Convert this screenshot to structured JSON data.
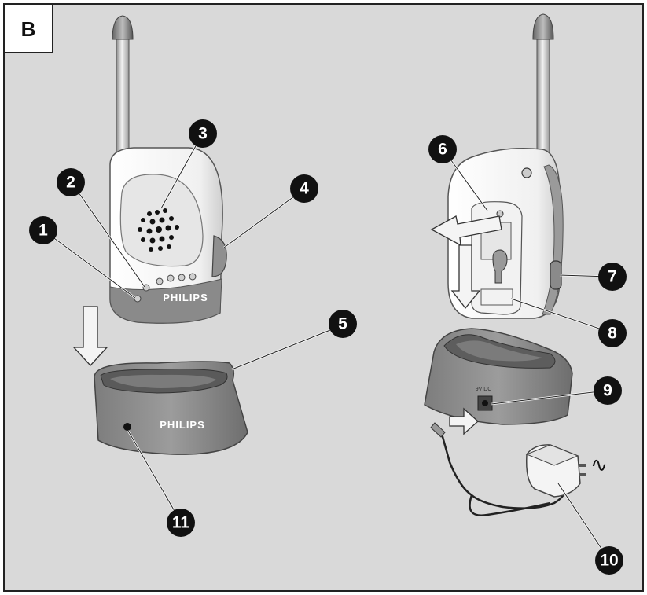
{
  "panel_label": "B",
  "brand_text": "PHILIPS",
  "dc_label": "9V DC",
  "ac_symbol": "∿",
  "callouts": [
    "1",
    "2",
    "3",
    "4",
    "5",
    "6",
    "7",
    "8",
    "9",
    "10",
    "11"
  ],
  "colors": {
    "background": "#d9d9d9",
    "frame": "#222222",
    "device_white": "#f4f4f4",
    "device_dark": "#8a8a8a",
    "callout": "#111111"
  }
}
